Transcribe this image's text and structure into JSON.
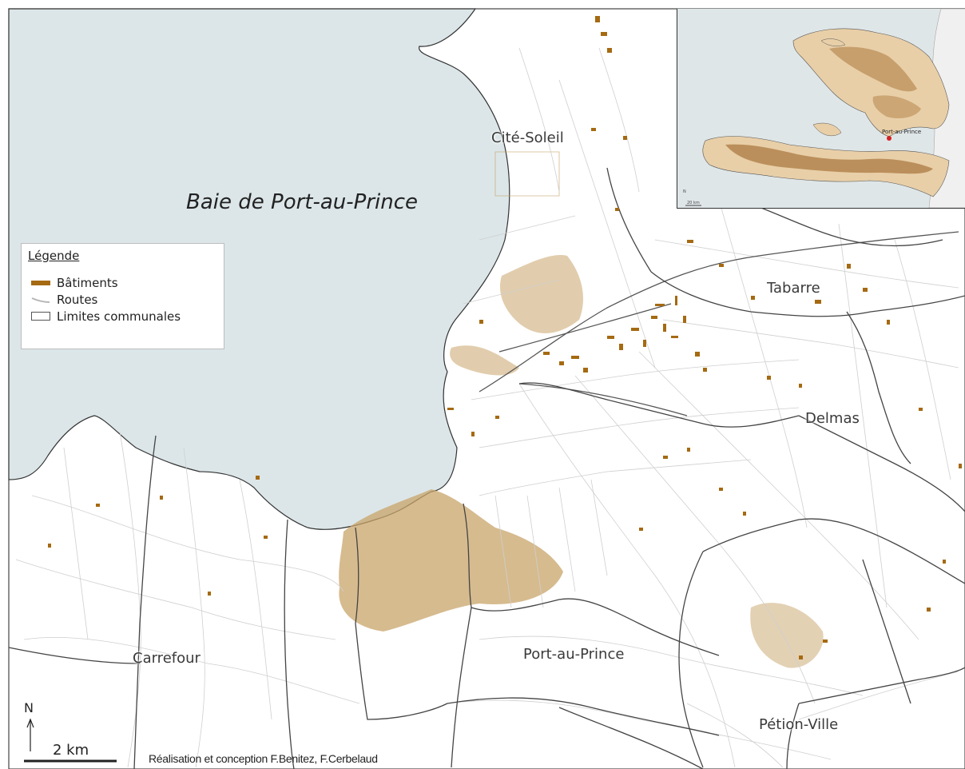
{
  "bay_label": "Baie de Port-au-Prince",
  "communes": [
    {
      "id": "cite-soleil",
      "label": "Cité-Soleil"
    },
    {
      "id": "tabarre",
      "label": "Tabarre"
    },
    {
      "id": "delmas",
      "label": "Delmas"
    },
    {
      "id": "carrefour",
      "label": "Carrefour"
    },
    {
      "id": "port-au-prince",
      "label": "Port-au-Prince"
    },
    {
      "id": "petion-ville",
      "label": "Pétion-Ville"
    }
  ],
  "legend": {
    "title": "Légende",
    "items": [
      {
        "label": "Bâtiments",
        "symbol": "buildings",
        "color": "#a56a12"
      },
      {
        "label": "Routes",
        "symbol": "roads",
        "color": "#b5b5b5"
      },
      {
        "label": "Limites communales",
        "symbol": "boundaries",
        "color": "#555555"
      }
    ]
  },
  "inset": {
    "marker_label": "Port-au-Prince",
    "marker_color": "#d62020",
    "scale_text": "20 km",
    "north_text": "N"
  },
  "north_label": "N",
  "scale_label": "2 km",
  "credit": "Réalisation et conception F.Benitez, F.Cerbelaud",
  "colors": {
    "sea": "#dce6e8",
    "land": "#ffffff",
    "buildings": "#a56a12",
    "dense_buildings": "#c8a46a",
    "roads": "#cfcfcf",
    "boundaries": "#444444"
  }
}
